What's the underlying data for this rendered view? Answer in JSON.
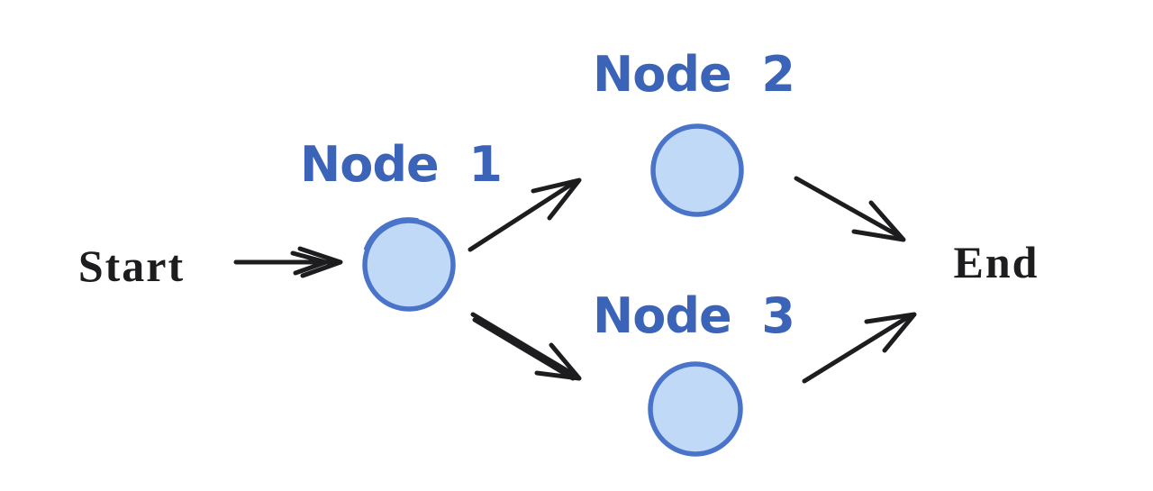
{
  "diagram": {
    "type": "flowchart",
    "start_label": "Start",
    "end_label": "End",
    "nodes": [
      {
        "id": "node-1",
        "label": "Node 1"
      },
      {
        "id": "node-2",
        "label": "Node 2"
      },
      {
        "id": "node-3",
        "label": "Node 3"
      }
    ],
    "edges": [
      {
        "from": "start",
        "to": "node-1"
      },
      {
        "from": "node-1",
        "to": "node-2"
      },
      {
        "from": "node-1",
        "to": "node-3"
      },
      {
        "from": "node-2",
        "to": "end"
      },
      {
        "from": "node-3",
        "to": "end"
      }
    ],
    "colors": {
      "background": "#ffffff",
      "ink": "#1d1d1f",
      "node-fill": "#bfd9f7",
      "node-stroke": "#4a74c9",
      "label-blue": "#3b63b8"
    }
  }
}
